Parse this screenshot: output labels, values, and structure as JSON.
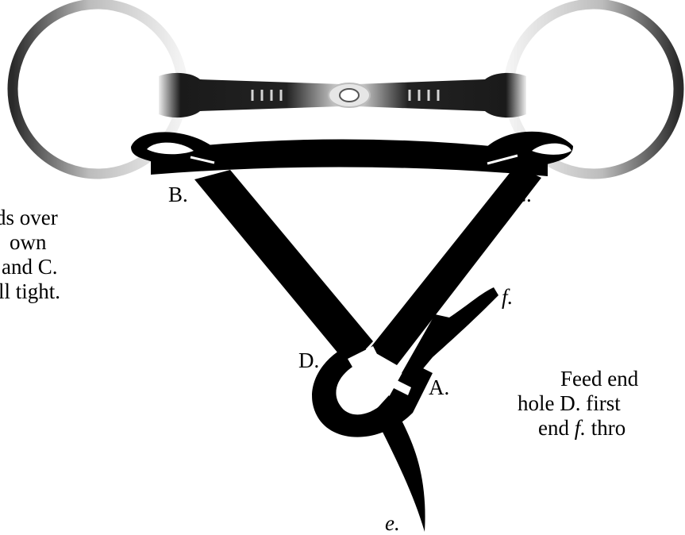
{
  "labels": {
    "b": "B.",
    "c": "C.",
    "d": "D.",
    "a": "A.",
    "e": "e.",
    "f": "f."
  },
  "left_note": {
    "lines": [
      "ds over",
      "own",
      " and C.",
      "ll tight."
    ]
  },
  "right_note": {
    "line1": "Feed end",
    "line2": "hole D. first",
    "line3_prefix": "end ",
    "line3_italic": "f.",
    "line3_suffix": " thro"
  },
  "colors": {
    "ink": "#000000",
    "ring_dark": "#2a2a2a",
    "ring_light": "#f2f2f2",
    "background": "#ffffff"
  }
}
